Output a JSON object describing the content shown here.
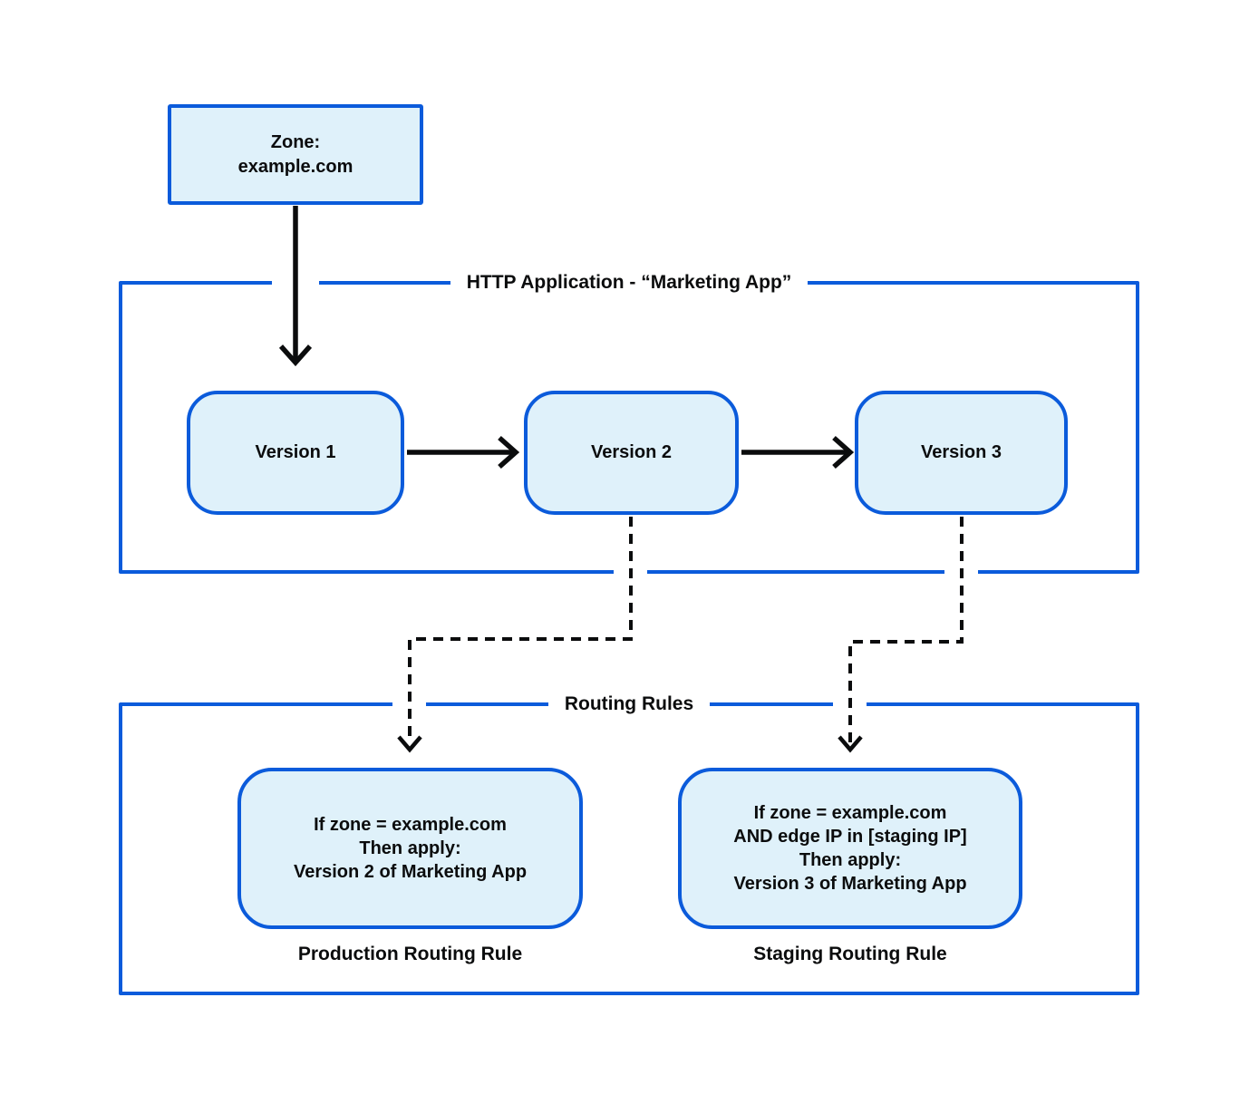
{
  "colors": {
    "border_blue": "#0b5bdb",
    "box_fill_light_blue": "#dff1fa",
    "text_black": "#0b0c0d",
    "background": "#ffffff"
  },
  "zone_box": {
    "text": "Zone:\nexample.com"
  },
  "http_application": {
    "title": "HTTP Application - “Marketing App”",
    "versions": [
      {
        "label": "Version 1"
      },
      {
        "label": "Version 2"
      },
      {
        "label": "Version 3"
      }
    ]
  },
  "routing_rules": {
    "title": "Routing Rules",
    "rules": [
      {
        "body": "If zone = example.com\nThen apply:\nVersion 2 of Marketing App",
        "caption": "Production Routing Rule"
      },
      {
        "body": "If zone = example.com\nAND edge IP in [staging IP]\nThen apply:\nVersion 3 of Marketing App",
        "caption": "Staging Routing Rule"
      }
    ]
  }
}
